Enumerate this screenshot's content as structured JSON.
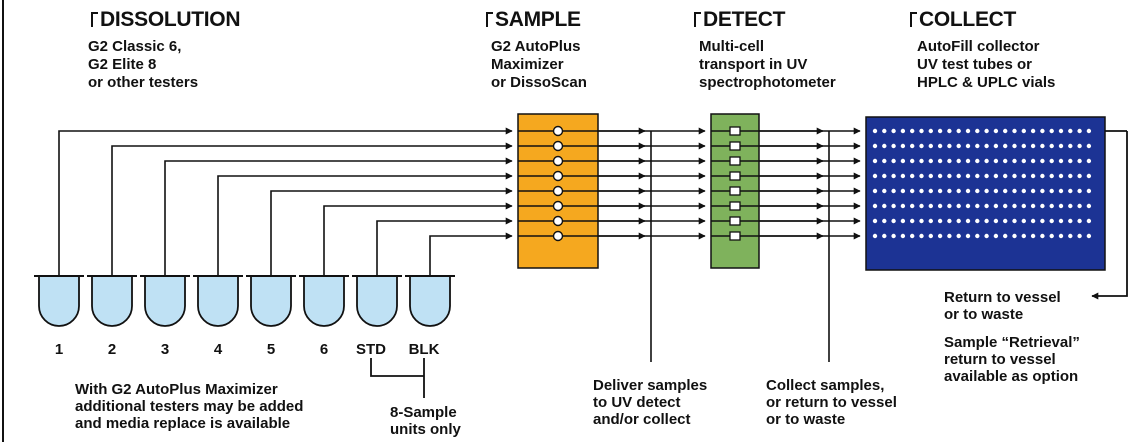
{
  "sections": {
    "dissolution": {
      "title": "DISSOLUTION",
      "desc": "G2 Classic 6,\nG2 Elite 8\nor other testers"
    },
    "sample": {
      "title": "SAMPLE",
      "desc": "G2 AutoPlus\nMaximizer\nor DissoScan"
    },
    "detect": {
      "title": "DETECT",
      "desc": "Multi-cell\ntransport in UV\nspectrophotometer"
    },
    "collect": {
      "title": "COLLECT",
      "desc": "AutoFill collector\nUV test tubes or\nHPLC & UPLC vials"
    }
  },
  "vessels": [
    "1",
    "2",
    "3",
    "4",
    "5",
    "6",
    "STD",
    "BLK"
  ],
  "notes": {
    "maximizer": "With G2 AutoPlus Maximizer\nadditional testers may be added\nand media replace is available",
    "eight_sample": "8-Sample\nunits only",
    "deliver": "Deliver samples\nto UV detect\nand/or collect",
    "collect_samples": "Collect samples,\nor return to vessel\nor to waste",
    "return": "Return to vessel\nor to waste",
    "retrieval": "Sample “Retrieval”\nreturn to vessel\navailable as option"
  },
  "colors": {
    "sampler": "#f5a81f",
    "detector": "#7fb25c",
    "collector": "#1c3394",
    "vessel": "#bfe1f4",
    "line": "#111111"
  }
}
